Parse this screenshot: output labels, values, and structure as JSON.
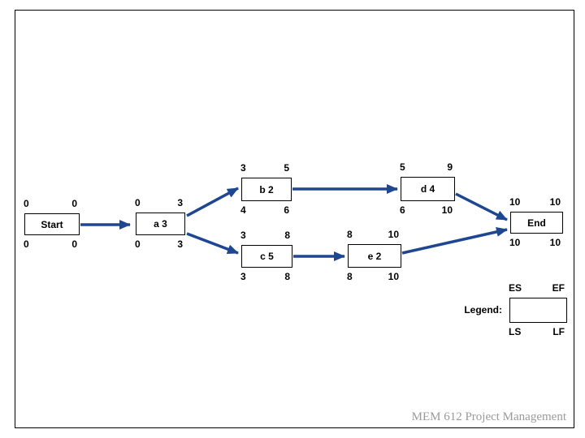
{
  "slide": {
    "footer": "MEM 612 Project Management"
  },
  "colors": {
    "arrow": "#1F4791",
    "box_border": "#000000",
    "footer_text": "#9a9a9a"
  },
  "nodes": {
    "start": {
      "label": "Start",
      "es": "0",
      "ef": "0",
      "ls": "0",
      "lf": "0"
    },
    "a": {
      "label": "a 3",
      "es": "0",
      "ef": "3",
      "ls": "0",
      "lf": "3"
    },
    "b": {
      "label": "b 2",
      "es": "3",
      "ef": "5",
      "ls": "4",
      "lf": "6"
    },
    "c": {
      "label": "c 5",
      "es": "3",
      "ef": "8",
      "ls": "3",
      "lf": "8"
    },
    "d": {
      "label": "d 4",
      "es": "5",
      "ef": "9",
      "ls": "6",
      "lf": "10"
    },
    "e": {
      "label": "e 2",
      "es": "8",
      "ef": "10",
      "ls": "8",
      "lf": "10"
    },
    "end": {
      "label": "End",
      "es": "10",
      "ef": "10",
      "ls": "10",
      "lf": "10"
    }
  },
  "edges": [
    {
      "from": "start",
      "to": "a"
    },
    {
      "from": "a",
      "to": "b"
    },
    {
      "from": "a",
      "to": "c"
    },
    {
      "from": "b",
      "to": "d"
    },
    {
      "from": "c",
      "to": "e"
    },
    {
      "from": "d",
      "to": "end"
    },
    {
      "from": "e",
      "to": "end"
    }
  ],
  "legend": {
    "label": "Legend:",
    "es": "ES",
    "ef": "EF",
    "ls": "LS",
    "lf": "LF"
  }
}
